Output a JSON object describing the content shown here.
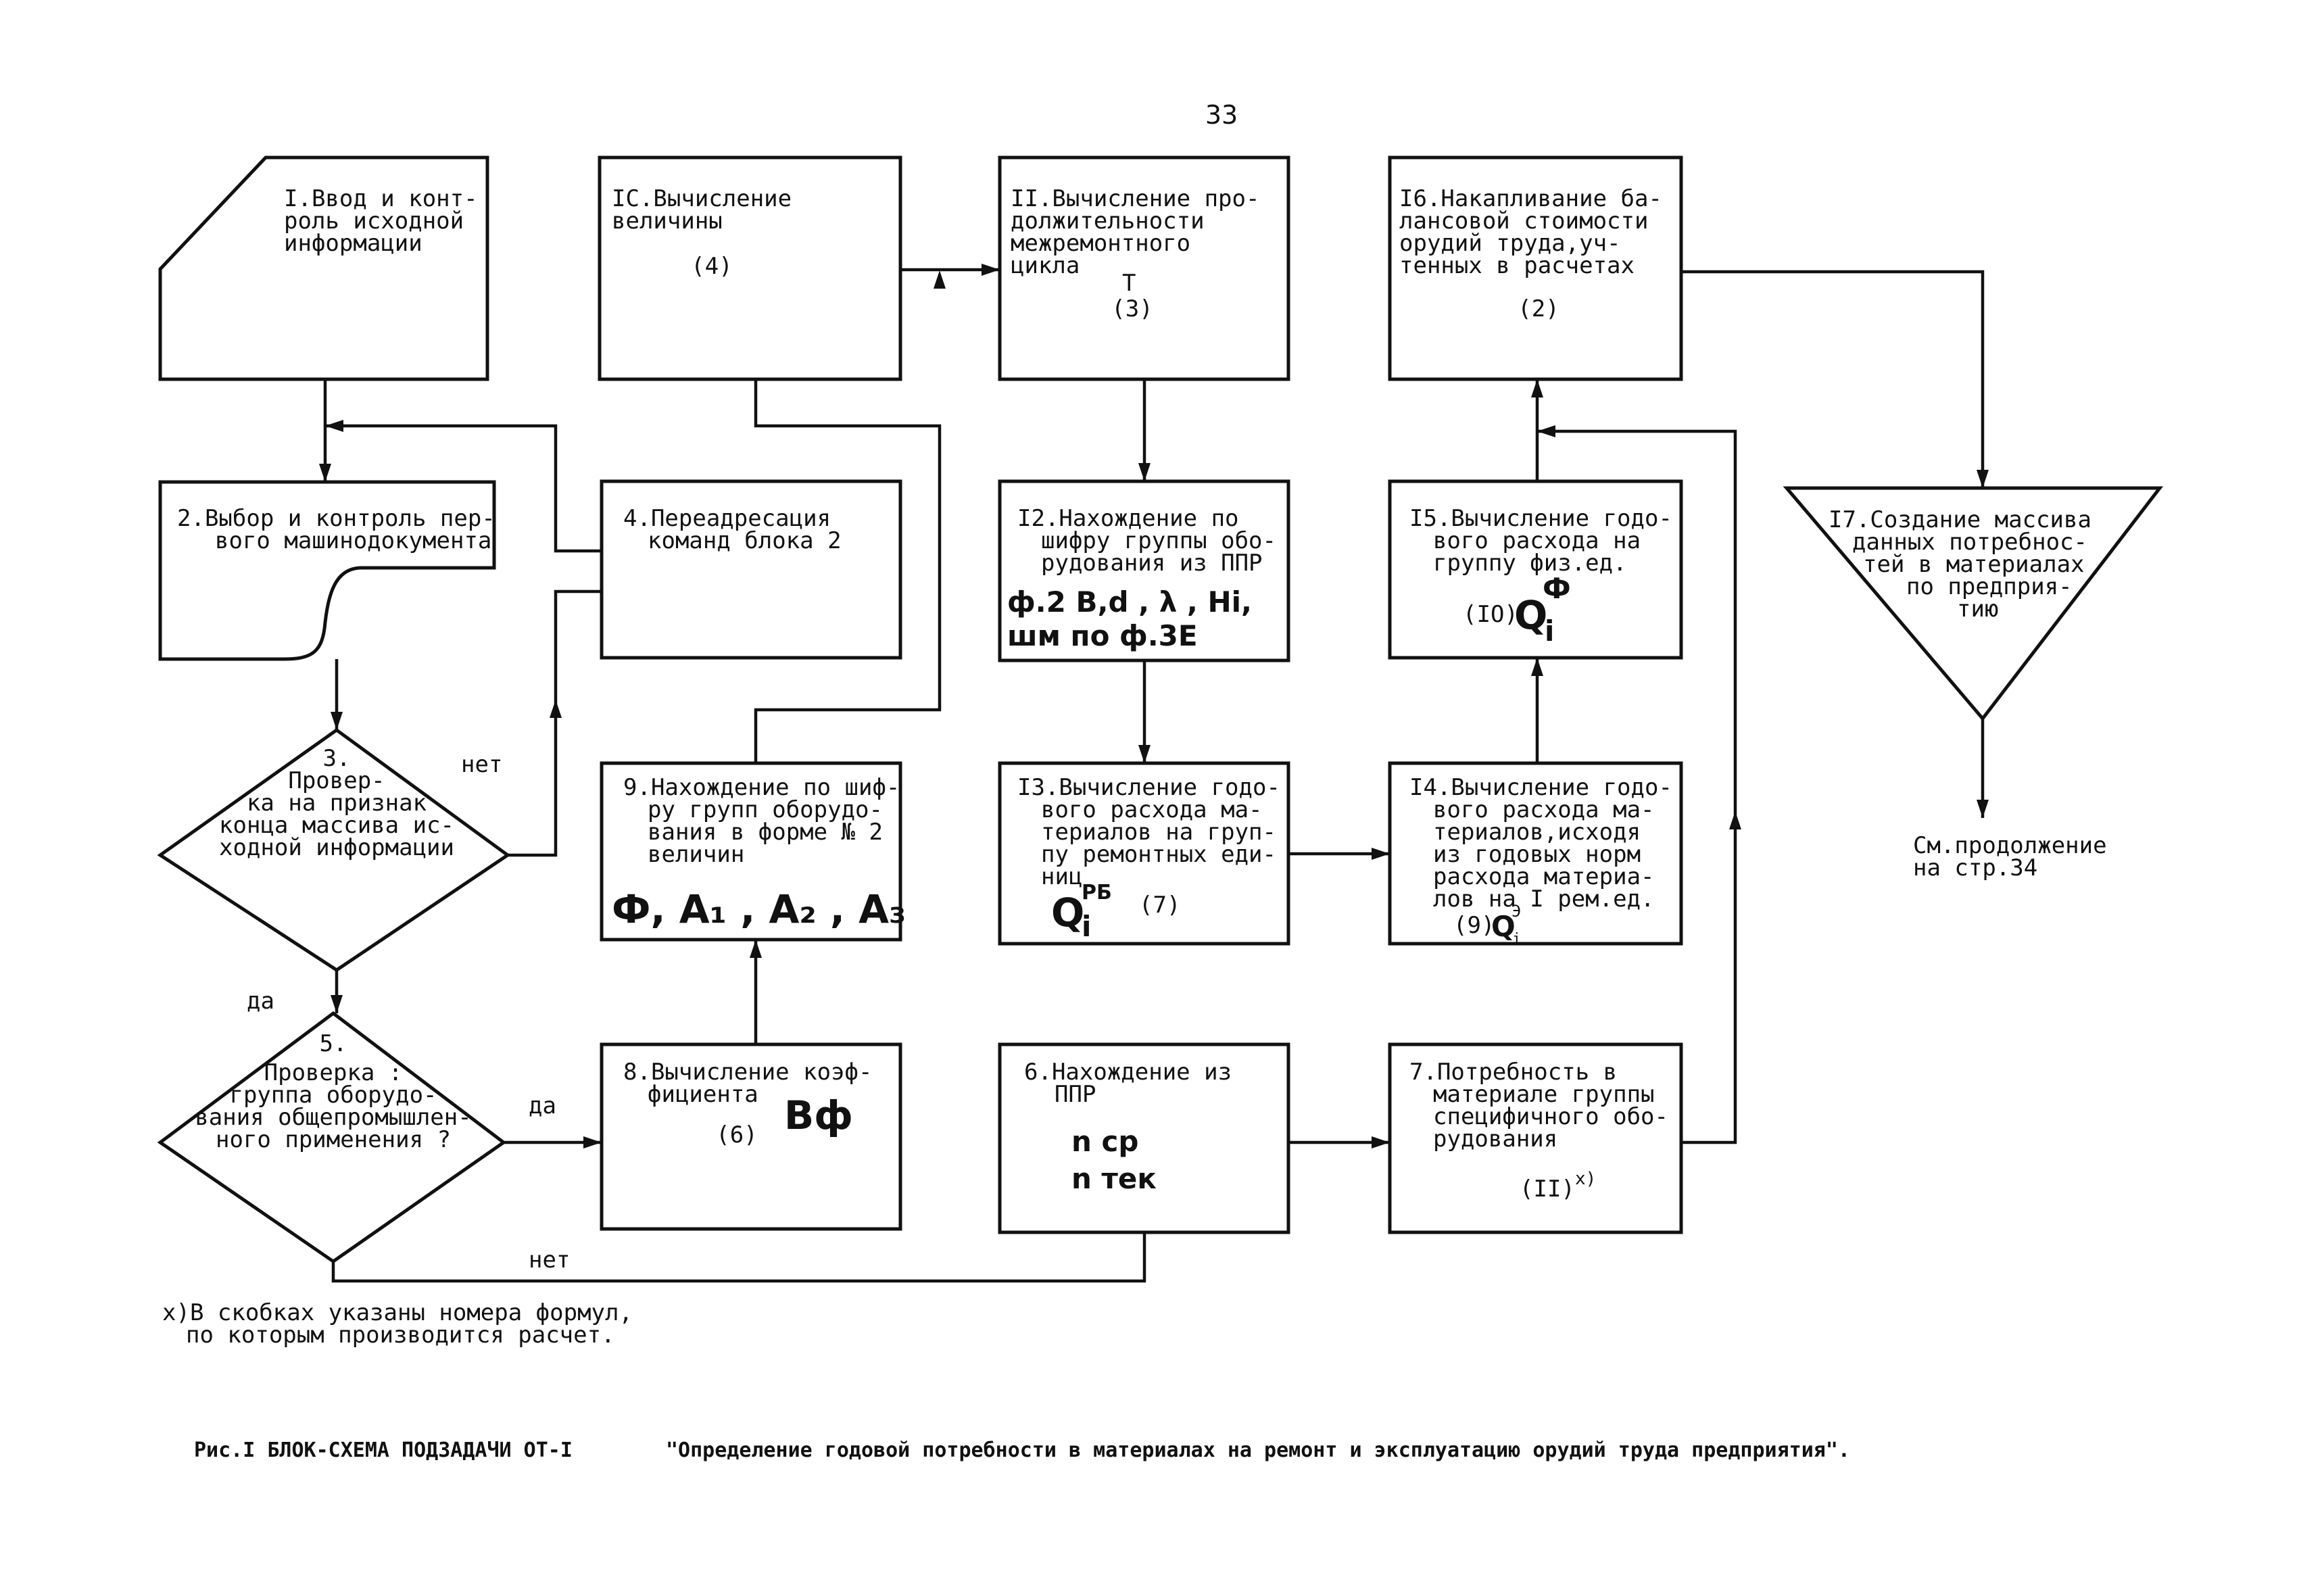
{
  "page_number": "33",
  "blocks": {
    "b1": {
      "lines": [
        "I.Ввод и конт-",
        "роль исходной",
        "информации"
      ]
    },
    "b10": {
      "lines": [
        "IС.Вычисление",
        "величины"
      ],
      "formula": "(4)"
    },
    "b11": {
      "lines": [
        "II.Вычисление про-",
        "должительности",
        "межремонтного",
        "цикла"
      ],
      "symbol": "T",
      "formula": "(3)"
    },
    "b16": {
      "lines": [
        "I6.Накапливание ба-",
        "лансовой стоимости",
        "орудий труда,уч-",
        "тенных в расчетах"
      ],
      "formula": "(2)"
    },
    "b2": {
      "lines": [
        "2.Выбор и контроль пер-",
        "вого машинодокумента"
      ]
    },
    "b4": {
      "lines": [
        "4.Переадресация",
        "команд блока 2"
      ]
    },
    "b12": {
      "lines": [
        "I2.Нахождение по",
        "шифру группы обо-",
        "рудования из ППР"
      ],
      "math_1": "ф.2  B,d , λ , Hi,",
      "math_2": "шм по ф.3E"
    },
    "b15": {
      "lines": [
        "I5.Вычисление годо-",
        "вого расхода на",
        "группу физ.ед."
      ],
      "formula": "(IO)",
      "math": "Q",
      "sub": "i",
      "sup": "Ф"
    },
    "b17": {
      "lines": [
        "I7.Создание массива",
        "данных потребнос-",
        "тей в материалах",
        "по предприя-",
        "тию"
      ]
    },
    "b3": {
      "lines": [
        "3.",
        "Провер-",
        "ка на признак",
        "конца массива ис-",
        "ходной информации"
      ]
    },
    "b9": {
      "lines": [
        "9.Нахождение по шиф-",
        "ру групп оборудо-",
        "вания в форме № 2",
        "величин"
      ],
      "math": "Ф, A₁ , A₂ , A₃"
    },
    "b13": {
      "lines": [
        "I3.Вычисление годо-",
        "вого расхода ма-",
        "териалов на груп-",
        "пу ремонтных еди-",
        "ниц"
      ],
      "math": "Q",
      "sub": "i",
      "sup": "РБ",
      "formula": "(7)"
    },
    "b14": {
      "lines": [
        "I4.Вычисление годо-",
        "вого расхода ма-",
        "териалов,исходя",
        "из годовых норм",
        "расхода материа-",
        "лов на I рем.ед."
      ],
      "formula": "(9)",
      "math": "Q",
      "sub": "i",
      "sup": "Э"
    },
    "b5": {
      "lines": [
        "5.",
        "Проверка :",
        "группа оборудо-",
        "вания общепромышлен-",
        "ного применения ?"
      ]
    },
    "b8": {
      "lines": [
        "8.Вычисление коэф-",
        "фициента"
      ],
      "math": "Bф",
      "formula": "(6)"
    },
    "b6": {
      "lines": [
        "6.Нахождение  из",
        "ППР"
      ],
      "math_1": "n ср",
      "math_2": "n тек"
    },
    "b7": {
      "lines": [
        "7.Потребность в",
        "материале группы",
        "специфичного обо-",
        "рудования"
      ],
      "formula": "(II)",
      "sup": "x)"
    }
  },
  "edge_labels": {
    "no_3": "нет",
    "yes_3": "да",
    "yes_5": "да",
    "no_5": "нет"
  },
  "continuation": [
    "См.продолжение",
    "на стр.34"
  ],
  "footnote": [
    "x)В скобках указаны номера формул,",
    "по которым производится расчет."
  ],
  "caption": {
    "label": "Рис.I  БЛОК-СХЕМА ПОДЗАДАЧИ ОТ-I",
    "title": "\"Определение годовой потребности в материалах на ремонт и эксплуатацию орудий труда предприятия\"."
  }
}
